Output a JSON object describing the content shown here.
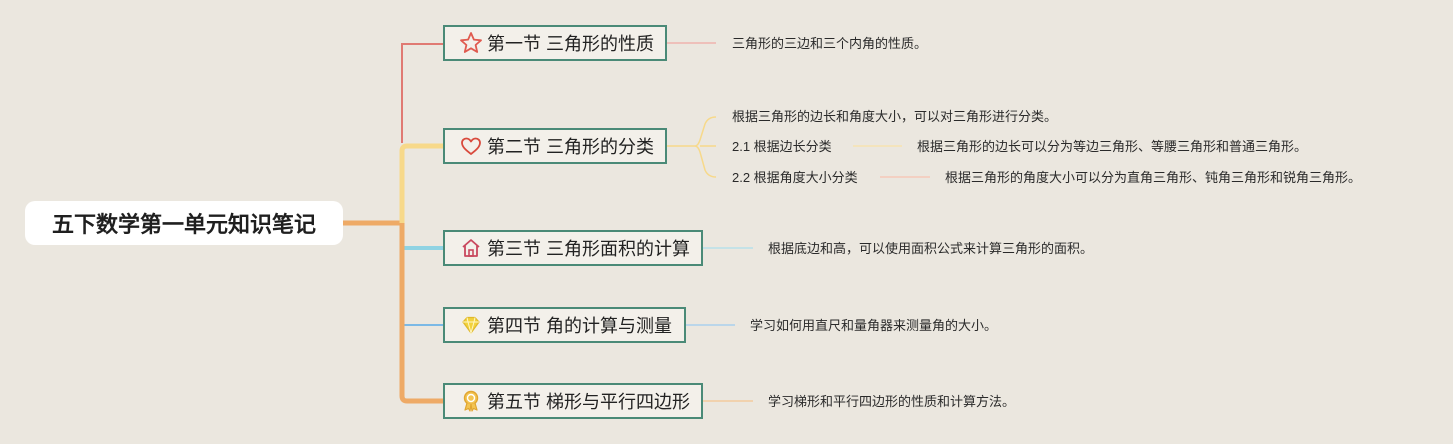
{
  "root": {
    "title": "五下数学第一单元知识笔记"
  },
  "topics": [
    {
      "label": "第一节 三角形的性质",
      "icon": "star-icon",
      "color": "#e05a4f",
      "notes": [
        "三角形的三边和三个内角的性质。"
      ]
    },
    {
      "label": "第二节 三角形的分类",
      "icon": "heart-icon",
      "color": "#d94a3d",
      "notes": [
        "根据三角形的边长和角度大小，可以对三角形进行分类。"
      ],
      "subs": [
        {
          "label": "2.1 根据边长分类",
          "detail": "根据三角形的边长可以分为等边三角形、等腰三角形和普通三角形。"
        },
        {
          "label": "2.2 根据角度大小分类",
          "detail": "根据三角形的角度大小可以分为直角三角形、钝角三角形和锐角三角形。"
        }
      ]
    },
    {
      "label": "第三节 三角形面积的计算",
      "icon": "home-icon",
      "color": "#c9485e",
      "notes": [
        "根据底边和高，可以使用面积公式来计算三角形的面积。"
      ]
    },
    {
      "label": "第四节 角的计算与测量",
      "icon": "diamond-icon",
      "color": "#f2d23c",
      "notes": [
        "学习如何用直尺和量角器来测量角的大小。"
      ]
    },
    {
      "label": "第五节 梯形与平行四边形",
      "icon": "medal-icon",
      "color": "#e8b84a",
      "notes": [
        "学习梯形和平行四边形的性质和计算方法。"
      ]
    }
  ],
  "colors": {
    "background": "#ebe7df",
    "topic_border": "#4a8a77",
    "branch_1": "#e07a73",
    "branch_2": "#f7d98a",
    "branch_3": "#8fd3e3",
    "branch_4": "#7bb9e6",
    "branch_5": "#eeaa66",
    "trunk": "#eeaa66"
  }
}
